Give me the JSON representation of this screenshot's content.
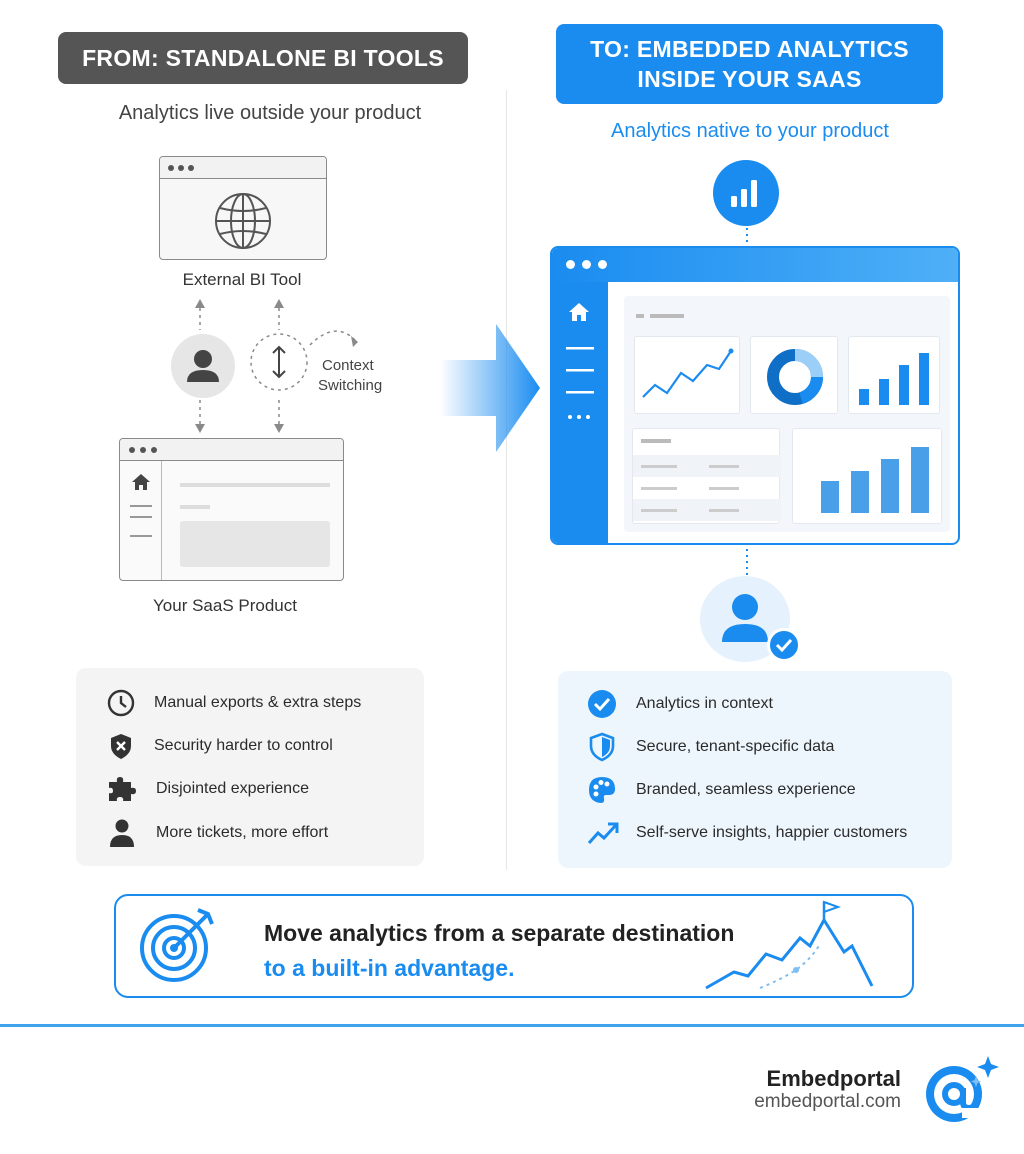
{
  "left": {
    "header": "FROM: STANDALONE BI TOOLS",
    "subtitle": "Analytics live outside your product",
    "external_label": "External BI Tool",
    "context_label_1": "Context",
    "context_label_2": "Switching",
    "saas_label": "Your SaaS Product",
    "items": [
      {
        "icon": "clock-icon",
        "text": "Manual exports & extra steps"
      },
      {
        "icon": "shield-x-icon",
        "text": "Security harder to control"
      },
      {
        "icon": "puzzle-icon",
        "text": "Disjointed experience"
      },
      {
        "icon": "person-icon",
        "text": "More tickets, more effort"
      }
    ]
  },
  "right": {
    "header_line1": "TO: EMBEDDED ANALYTICS",
    "header_line2": "INSIDE YOUR SAAS",
    "subtitle": "Analytics native to your product",
    "items": [
      {
        "icon": "check-circle-icon",
        "text": "Analytics in context"
      },
      {
        "icon": "shield-icon",
        "text": "Secure, tenant-specific data"
      },
      {
        "icon": "palette-icon",
        "text": "Branded, seamless experience"
      },
      {
        "icon": "trend-up-icon",
        "text": "Self-serve insights, happier customers"
      }
    ]
  },
  "banner": {
    "line1": "Move analytics from a separate destination",
    "line2": "to a built-in advantage."
  },
  "footer": {
    "brand": "Embedportal",
    "url": "embedportal.com"
  },
  "colors": {
    "accent": "#1a8cf0",
    "dark_header": "#555555"
  }
}
